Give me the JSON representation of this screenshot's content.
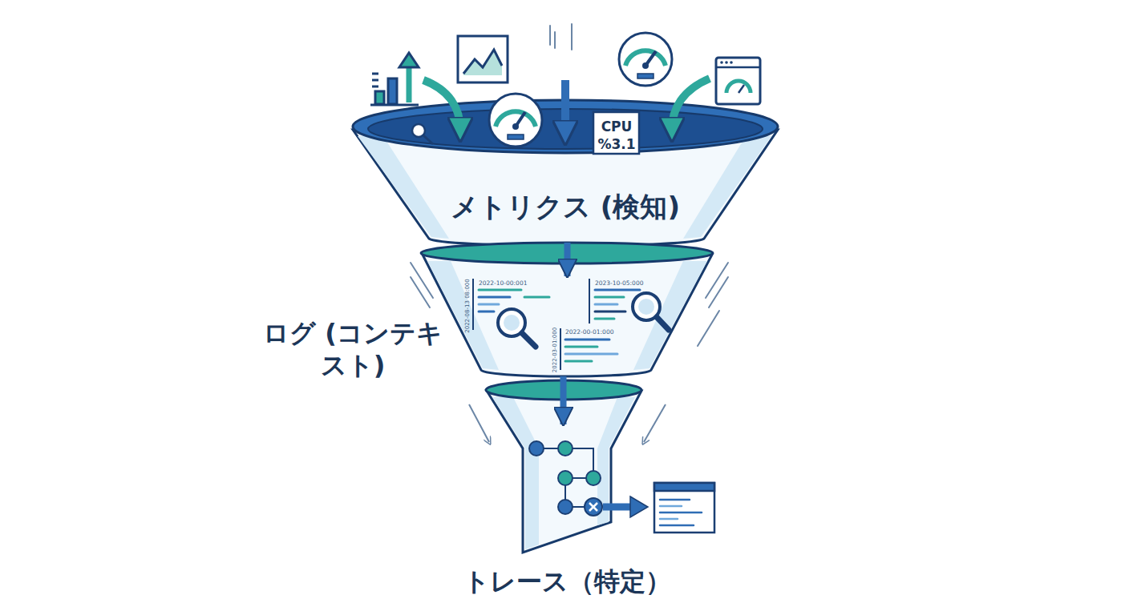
{
  "diagram": {
    "nodes": [
      {
        "text": [
          "メトリクス (検知)"
        ]
      },
      {
        "text": [
          "ログ (コンテキスト)"
        ]
      },
      {
        "text": [
          "トレース（特定）"
        ]
      }
    ],
    "edges": [
      {
        "from": 0,
        "to": 1,
        "arrow": "to"
      },
      {
        "from": 1,
        "to": 2,
        "arrow": "to"
      }
    ],
    "labels": [
      "CPU",
      "%3.1",
      "2022-10-00:001",
      "2023-10-05:000",
      "2022-00-01:000",
      "2022-08-13 08:000",
      "2022-03-01:000"
    ]
  }
}
